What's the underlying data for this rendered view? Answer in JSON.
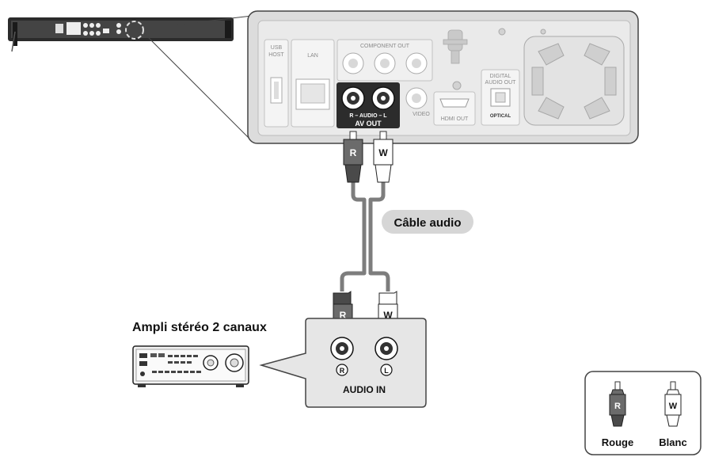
{
  "labels": {
    "usb_host_1": "USB",
    "usb_host_2": "HOST",
    "lan": "LAN",
    "component_out": "COMPONENT OUT",
    "audio_lr": "R – AUDIO – L",
    "av_out": "AV OUT",
    "video": "VIDEO",
    "hdmi_out": "HDMI OUT",
    "digital_audio_out_1": "DIGITAL",
    "digital_audio_out_2": "AUDIO OUT",
    "optical": "OPTICAL",
    "plug_r": "R",
    "plug_w": "W",
    "cable": "Câble audio",
    "amp_title": "Ampli stéréo 2 canaux",
    "jack_r": "R",
    "jack_l": "L",
    "audio_in": "AUDIO IN"
  },
  "legend": {
    "rouge_letter": "R",
    "blanc_letter": "W",
    "rouge": "Rouge",
    "blanc": "Blanc"
  },
  "colors": {
    "red_plug": "#6b6b6b",
    "white_plug": "#ffffff",
    "cable": "#8c8c8c",
    "panel": "#e9e9e9",
    "cable_label_bg": "#d6d6d6"
  }
}
